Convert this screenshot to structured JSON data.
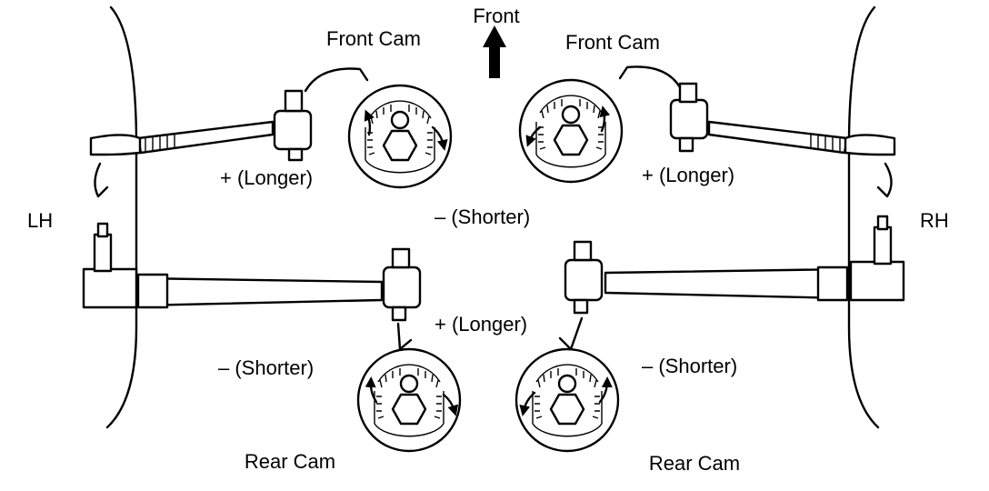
{
  "labels": {
    "front": "Front",
    "front_cam_left": "Front Cam",
    "front_cam_right": "Front Cam",
    "rear_cam_left": "Rear Cam",
    "rear_cam_right": "Rear Cam",
    "lh": "LH",
    "rh": "RH",
    "front_longer_left": "+ (Longer)",
    "front_longer_right": "+ (Longer)",
    "front_shorter": "– (Shorter)",
    "rear_longer": "+ (Longer)",
    "rear_shorter_left": "– (Shorter)",
    "rear_shorter_right": "– (Shorter)"
  },
  "icons": {
    "front_arrow": "up-arrow-icon",
    "cam": "cam-dial-icon"
  }
}
